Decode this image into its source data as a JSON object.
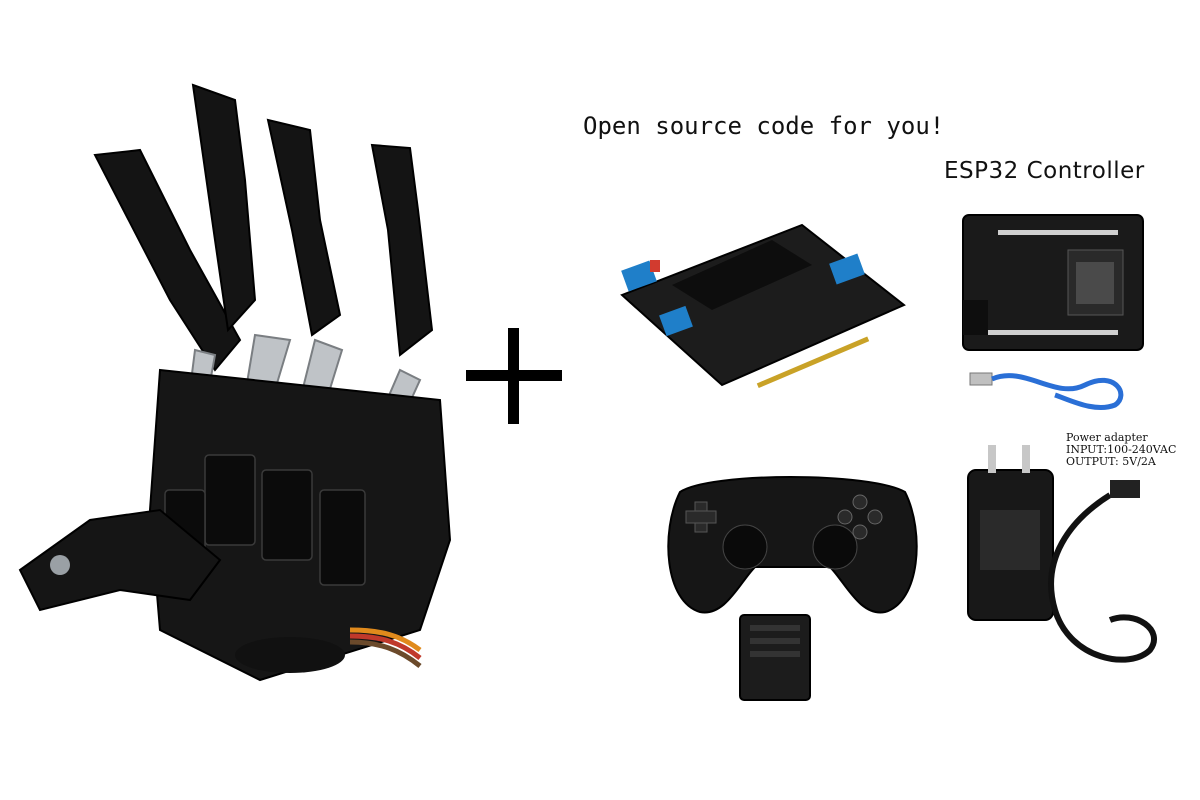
{
  "headline": "Open source code for you!",
  "esp32_title": "ESP32 Controller",
  "power_adapter": {
    "title": "Power adapter",
    "input": "INPUT:100-240VAC",
    "output": "OUTPUT: 5V/2A"
  },
  "plus_symbol": "+",
  "colors": {
    "hand": "#141414",
    "bracket": "#bfc3c7",
    "board": "#1c1c1c",
    "terminal": "#1f7fc9",
    "cable": "#2a6fd6"
  },
  "icons": [
    "robot-hand-image",
    "servo-driver-board-image",
    "esp32-board-image",
    "usb-cable-image",
    "gamepad-image",
    "wireless-receiver-image",
    "power-adapter-image"
  ]
}
